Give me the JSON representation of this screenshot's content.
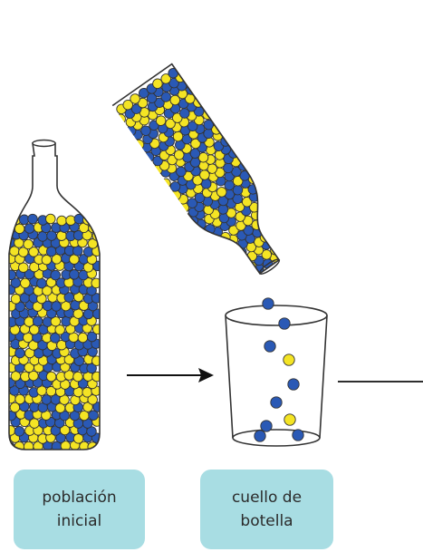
{
  "labels": {
    "initial_population": {
      "line1": "población",
      "line2": "inicial"
    },
    "bottleneck": {
      "line1": "cuello de",
      "line2": "botella"
    }
  },
  "colors": {
    "blue_bead": "#2a59b5",
    "yellow_bead": "#f4e424",
    "outline": "#333333",
    "label_background": "#a8dde3"
  }
}
